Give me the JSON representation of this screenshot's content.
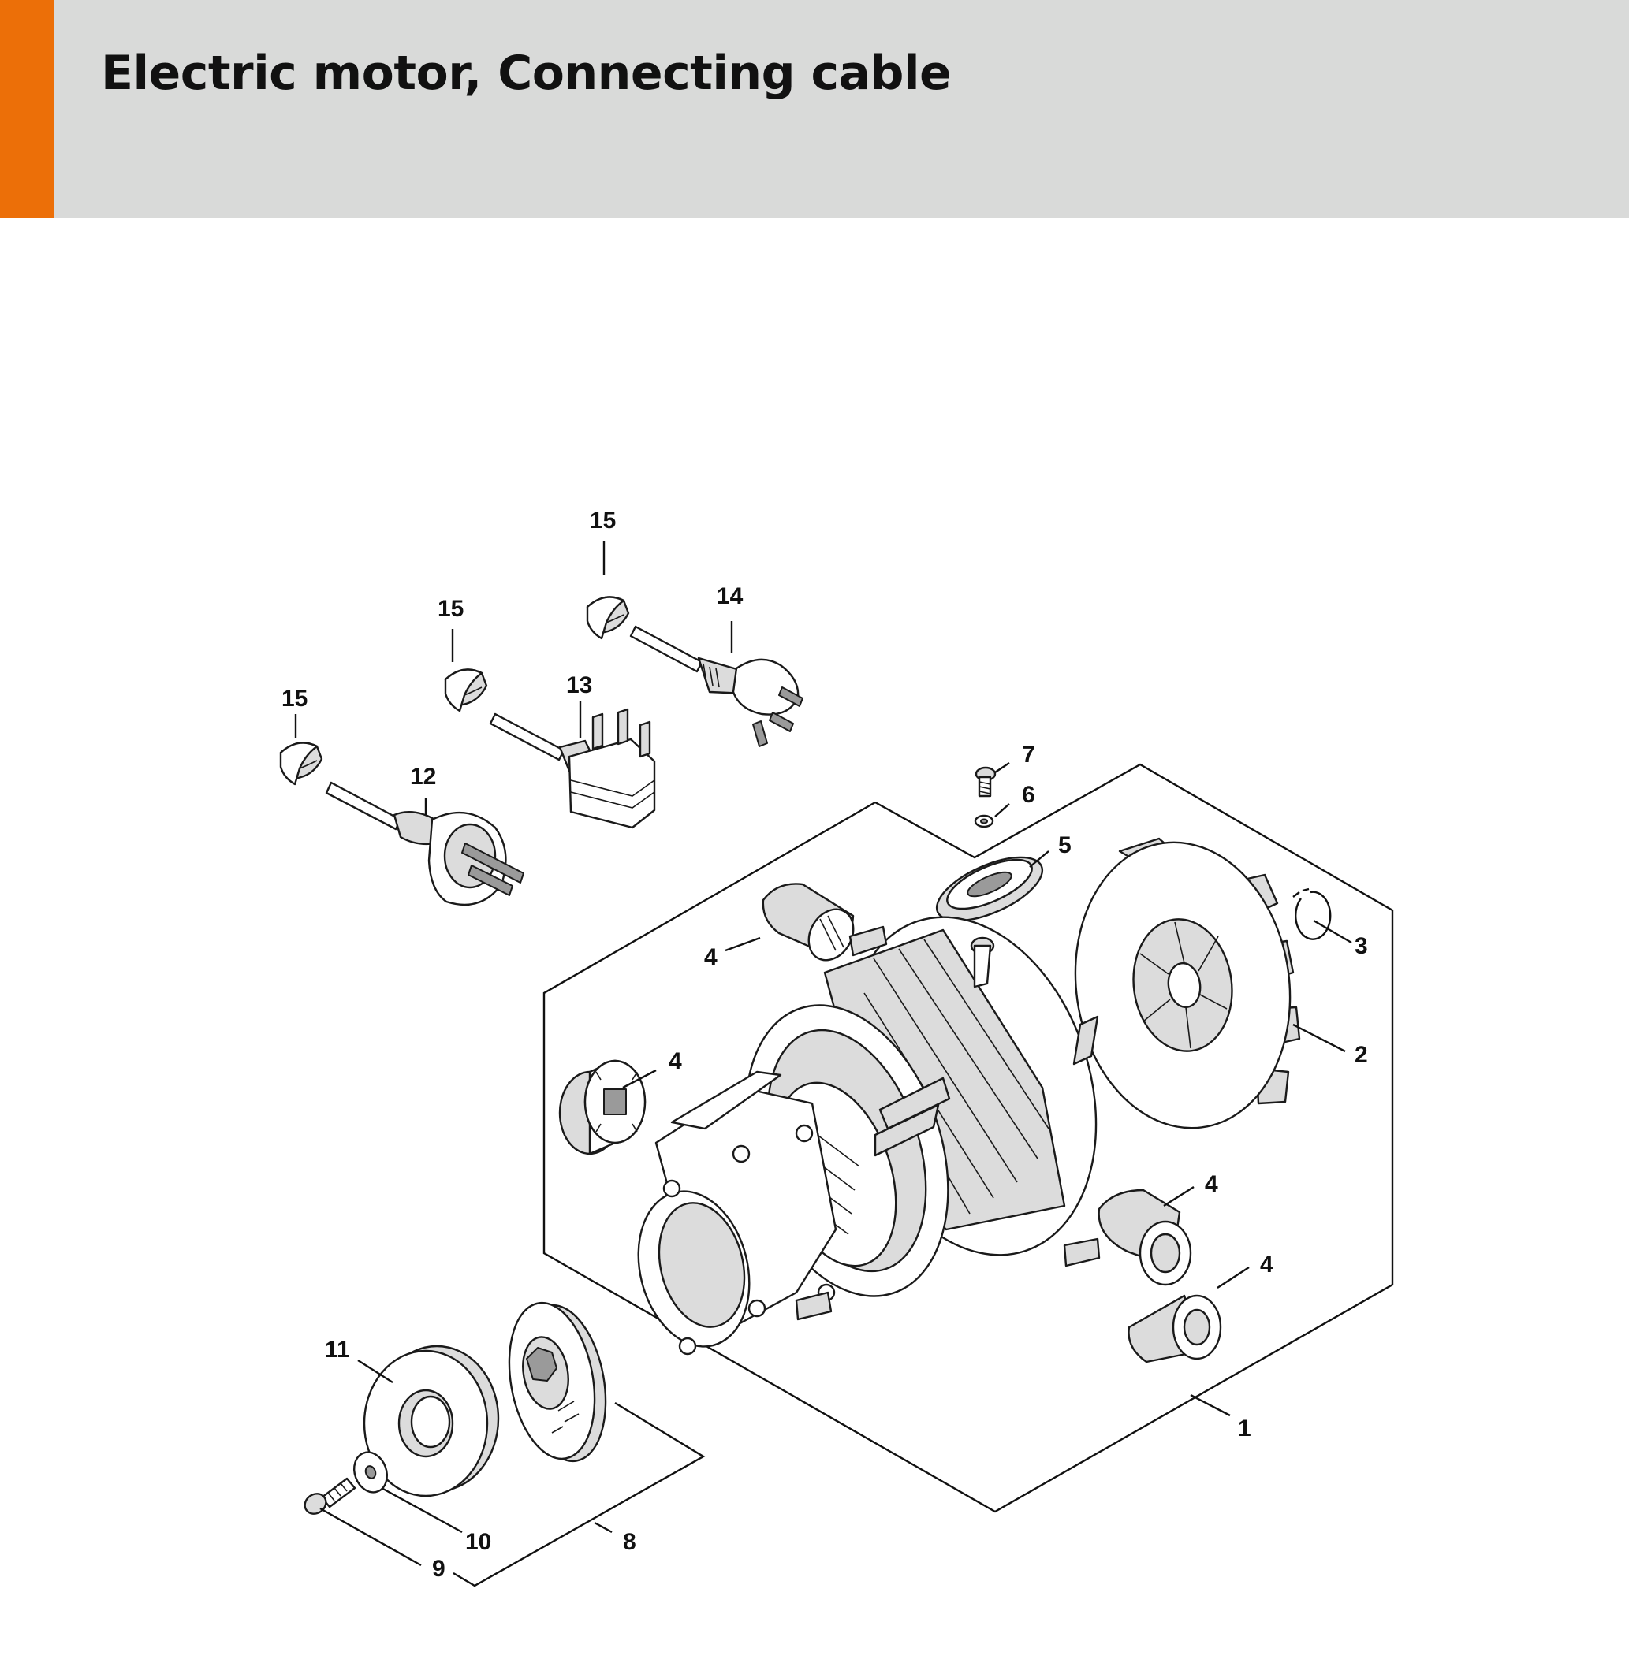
{
  "header": {
    "title": "Electric motor, Connecting cable",
    "accent_color": "#ec6f08",
    "background_color": "#d9dad9"
  },
  "callouts": {
    "c1": "1",
    "c2": "2",
    "c3": "3",
    "c4a": "4",
    "c4b": "4",
    "c4c": "4",
    "c4d": "4",
    "c5": "5",
    "c6": "6",
    "c7": "7",
    "c8": "8",
    "c9": "9",
    "c10": "10",
    "c11": "11",
    "c12": "12",
    "c13": "13",
    "c14": "14",
    "c15a": "15",
    "c15b": "15",
    "c15c": "15"
  }
}
